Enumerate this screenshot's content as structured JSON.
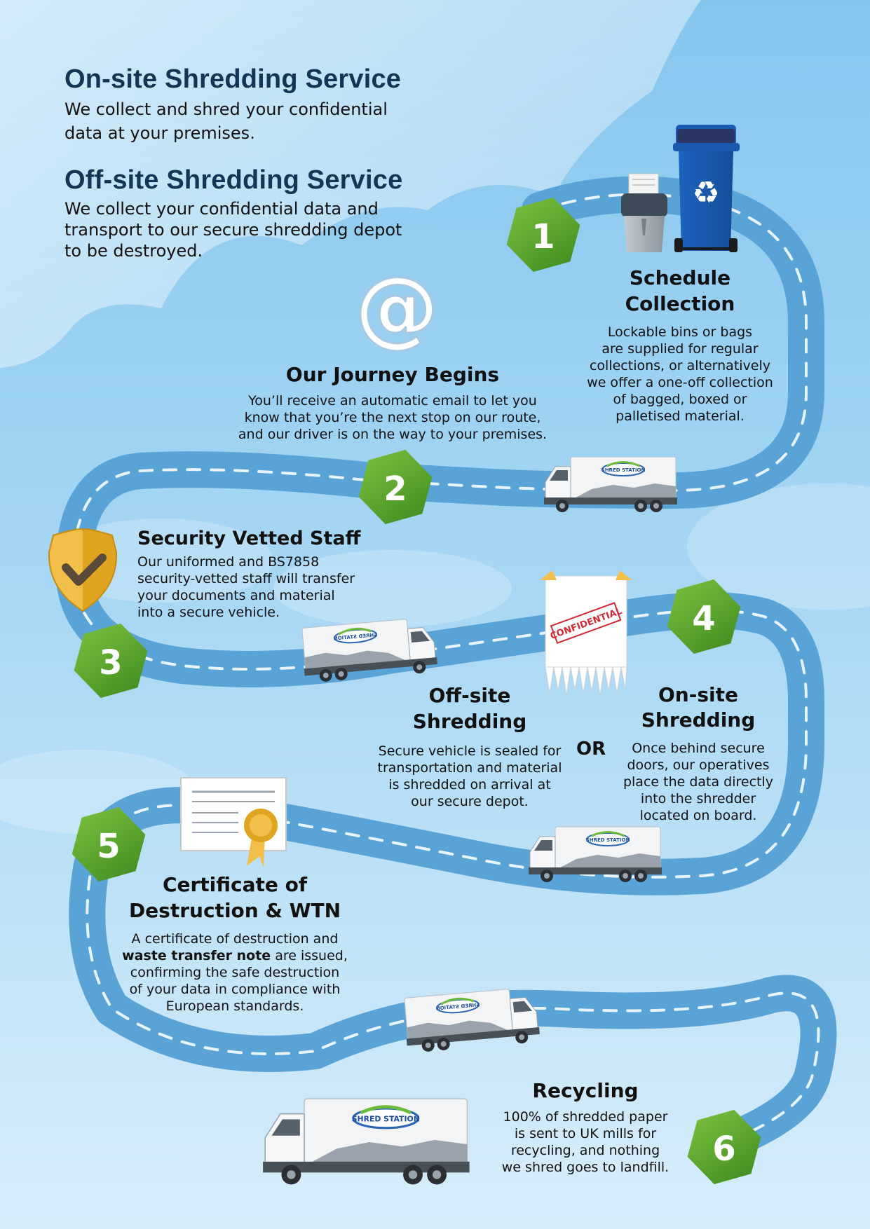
{
  "header": {
    "onsite_title": "On-site Shredding Service",
    "onsite_desc_line1": "We collect and shred your confidential",
    "onsite_desc_line2": "data at your premises.",
    "offsite_title": "Off-site Shredding Service",
    "offsite_desc_line1": "We collect your confidential data and",
    "offsite_desc_line2": "transport to our secure shredding depot",
    "offsite_desc_line3": "to be destroyed."
  },
  "steps": [
    {
      "number": "1",
      "title_line1": "Schedule",
      "title_line2": "Collection",
      "body_lines": [
        "Lockable bins or bags",
        "are supplied for regular",
        "collections, or alternatively",
        "we offer a one-off collection",
        "of bagged, boxed or",
        "palletised material."
      ]
    },
    {
      "number": "2",
      "title": "Our Journey Begins",
      "body_lines": [
        "You’ll receive an automatic email to let you",
        "know that you’re the next stop on our route,",
        "and our driver is on the way to your premises."
      ]
    },
    {
      "number": "3",
      "title": "Security Vetted Staff",
      "body_lines": [
        "Our uniformed and BS7858",
        "security-vetted staff will transfer",
        "your documents and material",
        "into a secure vehicle."
      ]
    },
    {
      "number": "4",
      "offsite_title_line1": "Off-site",
      "offsite_title_line2": "Shredding",
      "offsite_body_lines": [
        "Secure vehicle is sealed for",
        "transportation and material",
        "is shredded on arrival at",
        "our secure depot."
      ],
      "or_label": "OR",
      "onsite_title_line1": "On-site",
      "onsite_title_line2": "Shredding",
      "onsite_body_lines": [
        "Once behind secure",
        "doors, our operatives",
        "place the data directly",
        "into the shredder",
        "located on board."
      ]
    },
    {
      "number": "5",
      "title_line1": "Certificate of",
      "title_line2": "Destruction & WTN",
      "body_line1": "A certificate of destruction and",
      "body_bold": "waste transfer note",
      "body_line2_rest": " are issued,",
      "body_lines_rest": [
        "confirming the safe destruction",
        "of your data in compliance with",
        "European standards."
      ]
    },
    {
      "number": "6",
      "title": "Recycling",
      "body_lines": [
        "100% of shredded paper",
        "is sent to UK mills for",
        "recycling, and nothing",
        "we shred goes to landfill."
      ]
    }
  ],
  "illustrations": {
    "at_symbol": "@",
    "confidential_stamp": "CONFIDENTIAL",
    "truck_brand": "SHRED STATION",
    "icons": [
      "shredder-icon",
      "recycling-bin-icon",
      "email-at-icon",
      "security-shield-icon",
      "confidential-document-icon",
      "certificate-icon",
      "truck-icon"
    ]
  },
  "colors": {
    "sky_top": "#8ccaf0",
    "sky_bottom": "#d6ecfa",
    "road": "#5aa3d6",
    "road_dash": "#e8f4fc",
    "hexagon_green": "#5da82d",
    "title_navy": "#143553",
    "bin_blue": "#1a59b0",
    "shield_gold": "#e8b230"
  }
}
